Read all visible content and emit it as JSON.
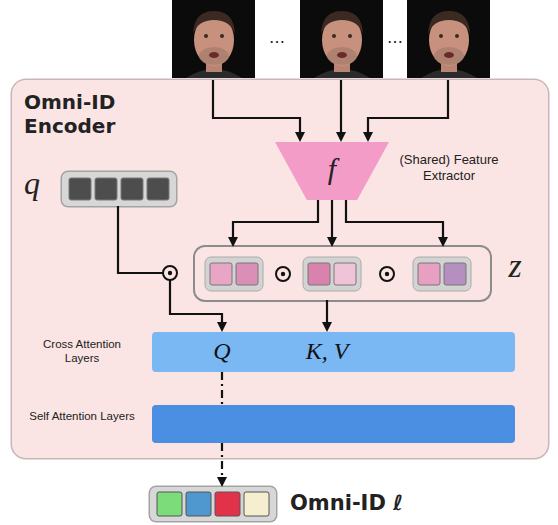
{
  "diagram": {
    "nodes": [
      {
        "text": [
          "Omni-ID Encoder"
        ]
      },
      {
        "text": [
          "f",
          "(Shared) Feature Extractor"
        ],
        "in": 0
      },
      {
        "text": [
          "q"
        ],
        "in": 0
      },
      {
        "text": [
          "z"
        ],
        "in": 0
      },
      {
        "text": [
          "Cross Attention Layers",
          "Q",
          "K, V"
        ],
        "in": 0
      },
      {
        "text": [
          "Self Attention Layers"
        ],
        "in": 0
      },
      {
        "text": [
          "Omni-ID ℓ"
        ]
      }
    ],
    "edges": [
      {
        "from": 1,
        "to": 3,
        "arrow": "to"
      },
      {
        "from": 1,
        "to": 3,
        "arrow": "to"
      },
      {
        "from": 1,
        "to": 3,
        "arrow": "to"
      },
      {
        "from": 2,
        "to": 4,
        "arrow": "to"
      },
      {
        "from": 3,
        "to": 4,
        "arrow": "to"
      },
      {
        "from": 4,
        "to": 5,
        "arrow": "none"
      },
      {
        "from": 5,
        "to": 6,
        "arrow": "to"
      }
    ],
    "labels": [
      "…",
      "…"
    ]
  }
}
